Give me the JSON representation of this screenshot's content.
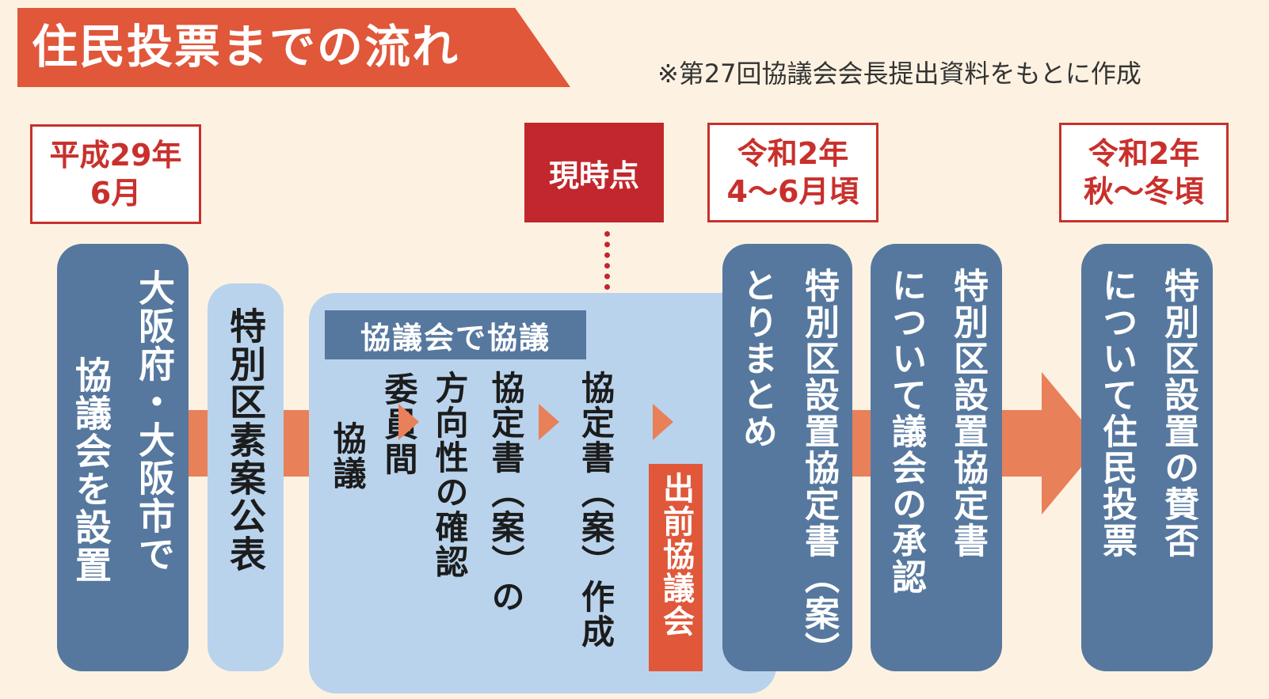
{
  "title": "住民投票までの流れ",
  "source_note": "※第27回協議会会長提出資料をもとに作成",
  "dates": {
    "d1": {
      "line1": "平成29年",
      "line2": "6月"
    },
    "now": "現時点",
    "d2": {
      "line1": "令和2年",
      "line2": "4〜6月頃"
    },
    "d3": {
      "line1": "令和2年",
      "line2": "秋〜冬頃"
    }
  },
  "steps": {
    "setup": {
      "col1": "大阪府・大阪市で",
      "col2": "協議会を設置"
    },
    "draft_publish": "特別区素案公表",
    "council_label": "協議会で協議",
    "member_discussion": {
      "col1": "委員間",
      "col2": "協議"
    },
    "direction_confirm": {
      "col1": "協定書（案）の",
      "col2": "方向性の確認"
    },
    "agreement_draft": "協定書（案）作成",
    "demae": "出前協議会",
    "compile": {
      "col1": "特別区設置協定書（案）",
      "col2": "とりまとめ"
    },
    "approval": {
      "col1": "特別区設置協定書",
      "col2": "について議会の承認"
    },
    "vote": {
      "col1": "特別区設置の賛否",
      "col2": "について住民投票"
    }
  },
  "colors": {
    "accent_orange": "#e0573a",
    "arrow_orange": "#e8805a",
    "dark_blue": "#56789f",
    "light_blue": "#b9d3ec",
    "red": "#c1272d",
    "background": "#fdf2e1"
  }
}
